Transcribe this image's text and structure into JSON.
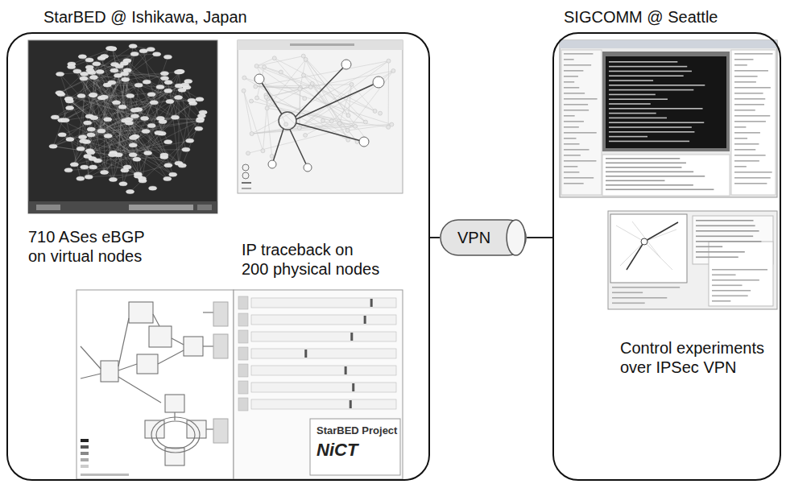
{
  "diagram": {
    "nodes": [
      {
        "text": [
          "StarBED @ Ishikawa, Japan"
        ]
      },
      {
        "text": [
          "SIGCOMM @ Seattle"
        ]
      },
      {
        "text": [
          "VPN"
        ]
      }
    ],
    "edges": [
      {
        "from": 0,
        "to": 2,
        "arrow": "none"
      },
      {
        "from": 2,
        "to": 1,
        "arrow": "none"
      }
    ],
    "labels": [
      "710 ASes eBGP on virtual nodes",
      "IP traceback on 200 physical nodes",
      "Control experiments over IPSec VPN",
      "StarBED Project",
      "NiCT"
    ]
  }
}
